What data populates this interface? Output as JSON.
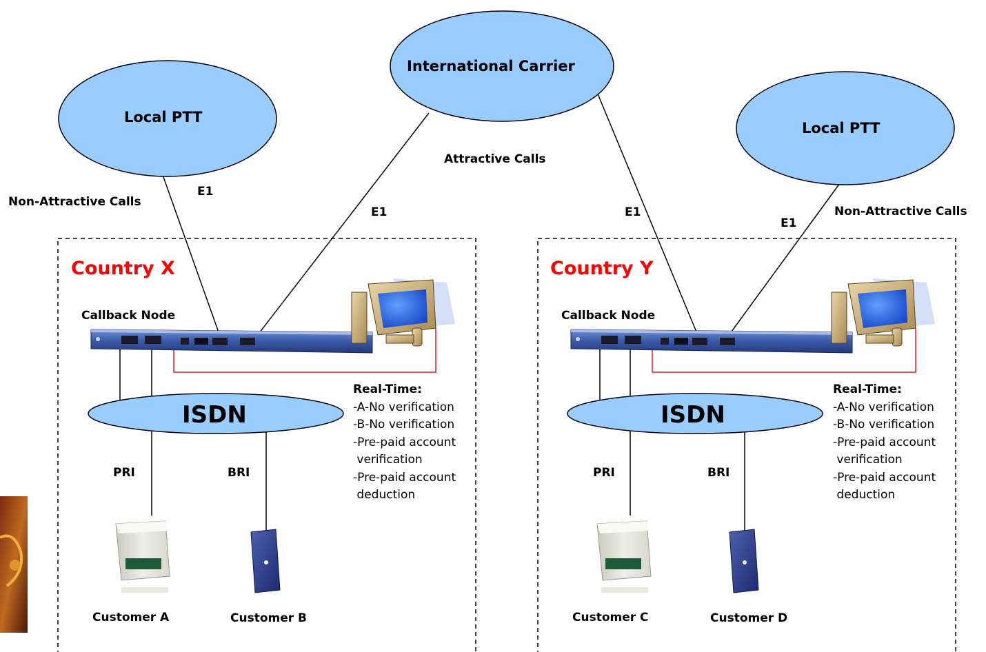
{
  "clouds": {
    "local_ptt_left": "Local PTT",
    "international_carrier": "International Carrier",
    "local_ptt_right": "Local PTT"
  },
  "links": {
    "attractive_calls": "Attractive Calls",
    "non_attractive_left": "Non-Attractive Calls",
    "non_attractive_right": "Non-Attractive Calls",
    "e1": "E1"
  },
  "country_x": {
    "name": "Country X",
    "node_label": "Callback Node",
    "network": "ISDN",
    "pri": "PRI",
    "bri": "BRI",
    "customer_1": "Customer A",
    "customer_2": "Customer B",
    "realtime": {
      "title": "Real-Time:",
      "lines": [
        "-A-No verification",
        "-B-No verification",
        "-Pre-paid account",
        " verification",
        "-Pre-paid account",
        " deduction"
      ]
    }
  },
  "country_y": {
    "name": "Country Y",
    "node_label": "Callback Node",
    "network": "ISDN",
    "pri": "PRI",
    "bri": "BRI",
    "customer_1": "Customer C",
    "customer_2": "Customer D",
    "realtime": {
      "title": "Real-Time:",
      "lines": [
        "-A-No verification",
        "-B-No verification",
        "-Pre-paid account",
        " verification",
        "-Pre-paid account",
        " deduction"
      ]
    }
  },
  "colors": {
    "cloud_fill": "#99ccff",
    "country_text": "#ff0000",
    "data_link": "#e02020",
    "node_body": "#3a5aa8"
  }
}
